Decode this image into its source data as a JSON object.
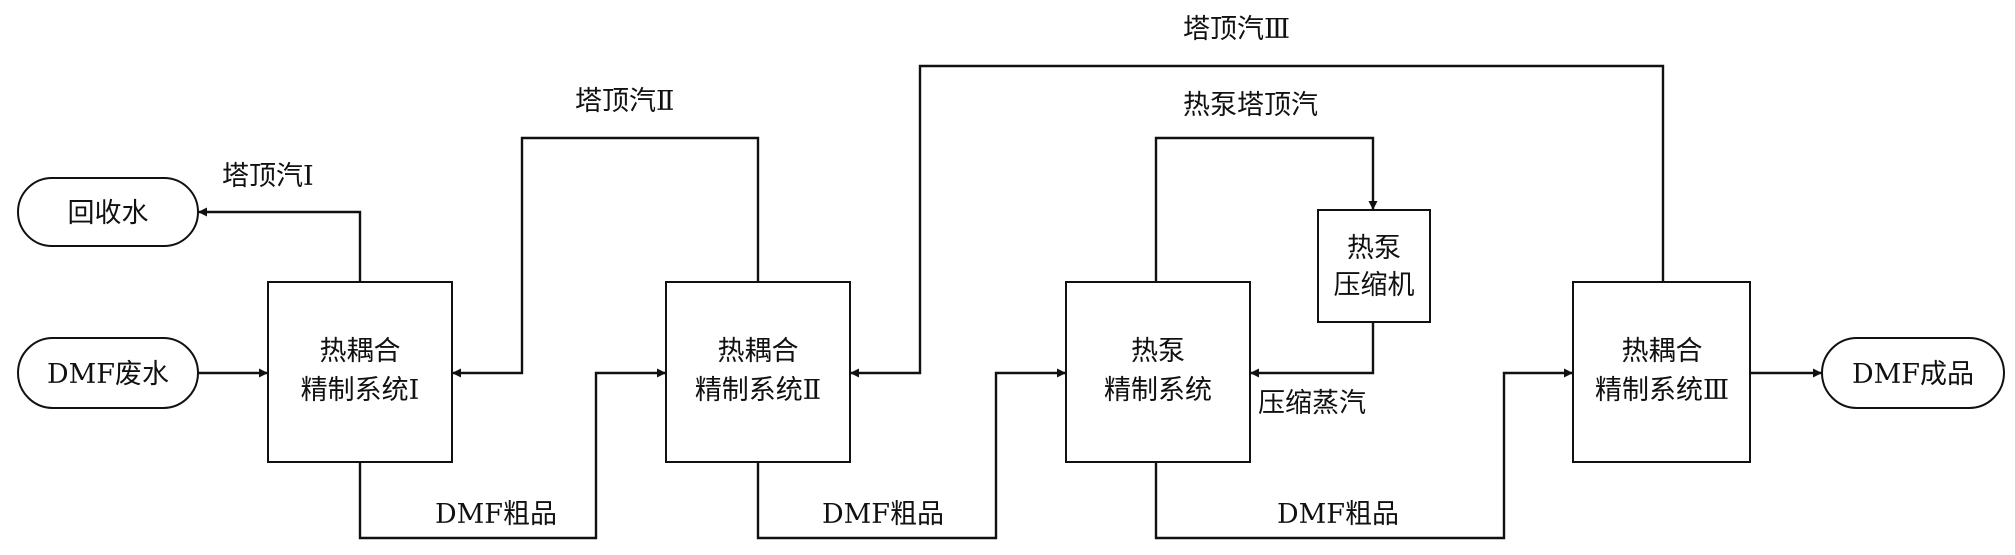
{
  "nodes": {
    "recycle_water": "回收水",
    "dmf_wastewater": "DMF废水",
    "dmf_product": "DMF成品",
    "system1": [
      "热耦合",
      "精制系统Ⅰ"
    ],
    "system2": [
      "热耦合",
      "精制系统Ⅱ"
    ],
    "heat_pump_system": [
      "热泵",
      "精制系统"
    ],
    "compressor": [
      "热泵",
      "压缩机"
    ],
    "system3": [
      "热耦合",
      "精制系统Ⅲ"
    ]
  },
  "labels": {
    "top_vapor_1": "塔顶汽Ⅰ",
    "top_vapor_2": "塔顶汽Ⅱ",
    "top_vapor_3": "塔顶汽Ⅲ",
    "heat_pump_top_vapor": "热泵塔顶汽",
    "compressed_steam": "压缩蒸汽",
    "crude_1": "DMF粗品",
    "crude_2": "DMF粗品",
    "crude_3": "DMF粗品"
  }
}
